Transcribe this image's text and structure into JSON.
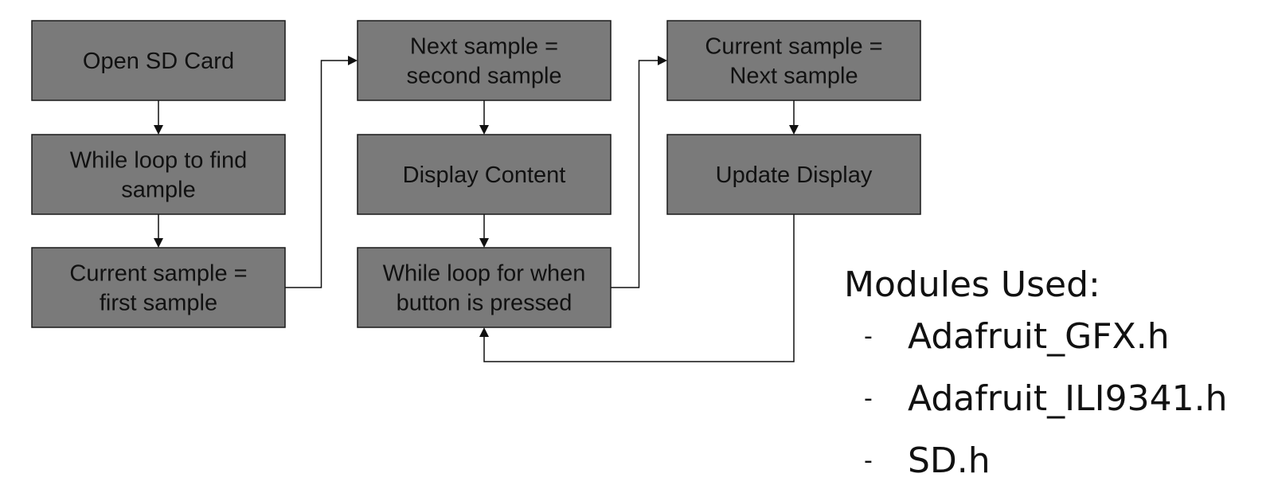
{
  "nodes": [
    {
      "id": "open-sd-card",
      "lines": [
        "Open SD Card"
      ]
    },
    {
      "id": "while-loop-find-sample",
      "lines": [
        "While loop to find",
        "sample"
      ]
    },
    {
      "id": "current-first-sample",
      "lines": [
        "Current sample =",
        "first sample"
      ]
    },
    {
      "id": "next-second-sample",
      "lines": [
        "Next sample =",
        "second sample"
      ]
    },
    {
      "id": "display-content",
      "lines": [
        "Display Content"
      ]
    },
    {
      "id": "while-loop-button-pressed",
      "lines": [
        "While loop for when",
        "button is pressed"
      ]
    },
    {
      "id": "current-next-sample",
      "lines": [
        "Current sample =",
        "Next sample"
      ]
    },
    {
      "id": "update-display",
      "lines": [
        "Update Display"
      ]
    }
  ],
  "edges": [
    {
      "from": "open-sd-card",
      "to": "while-loop-find-sample"
    },
    {
      "from": "while-loop-find-sample",
      "to": "current-first-sample"
    },
    {
      "from": "current-first-sample",
      "to": "next-second-sample"
    },
    {
      "from": "next-second-sample",
      "to": "display-content"
    },
    {
      "from": "display-content",
      "to": "while-loop-button-pressed"
    },
    {
      "from": "while-loop-button-pressed",
      "to": "current-next-sample"
    },
    {
      "from": "current-next-sample",
      "to": "update-display"
    },
    {
      "from": "update-display",
      "to": "while-loop-button-pressed"
    }
  ],
  "colors": {
    "box_fill": "#7a7a7a",
    "box_stroke": "#1a1a1a",
    "text": "#111111",
    "background": "#ffffff"
  },
  "modules": {
    "title": "Modules Used:",
    "bullet": "-",
    "items": [
      "Adafruit_GFX.h",
      "Adafruit_ILI9341.h",
      "SD.h"
    ]
  }
}
